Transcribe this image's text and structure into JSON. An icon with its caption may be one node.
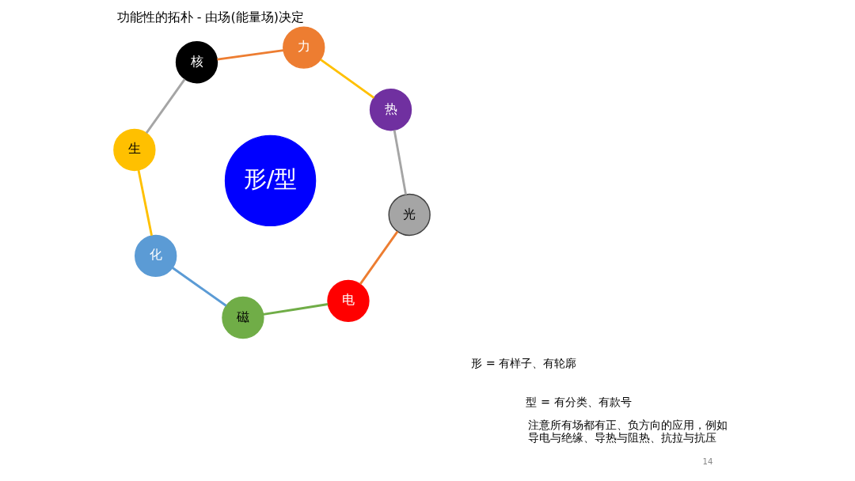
{
  "diagram": {
    "title": "功能性的拓朴 - 由场(能量场)决定",
    "nodes": [
      {
        "text": [
          "形/型"
        ]
      },
      {
        "text": [
          "力"
        ]
      },
      {
        "text": [
          "核"
        ]
      },
      {
        "text": [
          "生"
        ]
      },
      {
        "text": [
          "化"
        ]
      },
      {
        "text": [
          "磁"
        ]
      },
      {
        "text": [
          "电"
        ]
      },
      {
        "text": [
          "光"
        ]
      },
      {
        "text": [
          "热"
        ]
      }
    ],
    "edges": [
      {
        "from": 8,
        "to": 1,
        "arrow": "none",
        "color": "#ffc000"
      },
      {
        "from": 1,
        "to": 2,
        "arrow": "none",
        "color": "#ed7d31"
      },
      {
        "from": 2,
        "to": 3,
        "arrow": "none",
        "color": "#a5a5a5"
      },
      {
        "from": 3,
        "to": 4,
        "arrow": "none",
        "color": "#ffc000"
      },
      {
        "from": 4,
        "to": 5,
        "arrow": "none",
        "color": "#5b9bd5"
      },
      {
        "from": 5,
        "to": 6,
        "arrow": "none",
        "color": "#70ad47"
      },
      {
        "from": 6,
        "to": 7,
        "arrow": "none",
        "color": "#ed7d31"
      },
      {
        "from": 7,
        "to": 8,
        "arrow": "none",
        "color": "#a5a5a5"
      }
    ],
    "labels": [
      "形 = 有样子、有轮廓",
      "型 = 有分类、有款号",
      "注意所有场都有正、负方向的应用，例如导电与绝缘、导热与阻热、抗拉与抗压",
      "14"
    ]
  }
}
